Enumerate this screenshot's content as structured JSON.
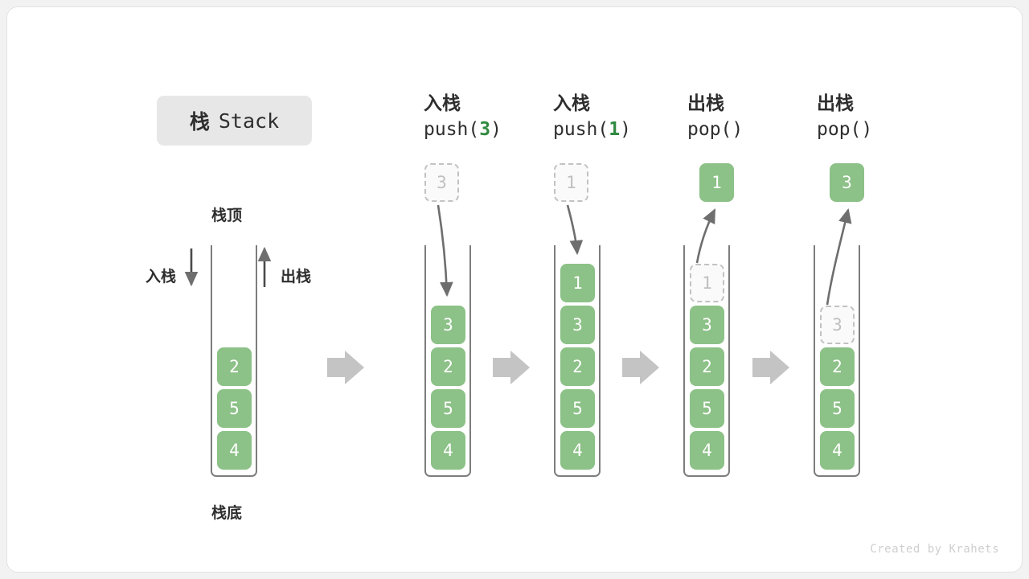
{
  "title": {
    "cn": "栈",
    "en": "Stack"
  },
  "labels": {
    "top": "栈顶",
    "bottom": "栈底",
    "push_side": "入栈",
    "pop_side": "出栈"
  },
  "footer": "Created by Krahets",
  "colors": {
    "element_green": "#8cc187",
    "accent_green": "#2f8a3f",
    "arrow_gray": "#c4c4c4",
    "line_gray": "#6e6e6e",
    "ghost_border": "#c2c2c2",
    "badge_bg": "#e7e7e7",
    "card_bg": "#ffffff",
    "page_bg": "#f2f2f2"
  },
  "chart_data": {
    "type": "diagram",
    "title": "栈 Stack",
    "description": "Stack push/pop operation sequence diagram",
    "stages": [
      {
        "index": 0,
        "op_label": "",
        "call_prefix": "",
        "call_arg": "",
        "call_suffix": "",
        "stack": [
          "2",
          "5",
          "4"
        ],
        "ghost": null,
        "floating": null
      },
      {
        "index": 1,
        "op_label": "入栈",
        "call_prefix": "push(",
        "call_arg": "3",
        "call_suffix": ")",
        "stack": [
          "3",
          "2",
          "5",
          "4"
        ],
        "ghost": null,
        "floating": {
          "value": "3",
          "style": "ghost"
        }
      },
      {
        "index": 2,
        "op_label": "入栈",
        "call_prefix": "push(",
        "call_arg": "1",
        "call_suffix": ")",
        "stack": [
          "1",
          "3",
          "2",
          "5",
          "4"
        ],
        "ghost": null,
        "floating": {
          "value": "1",
          "style": "ghost"
        }
      },
      {
        "index": 3,
        "op_label": "出栈",
        "call_prefix": "pop(",
        "call_arg": "",
        "call_suffix": ")",
        "stack": [
          "3",
          "2",
          "5",
          "4"
        ],
        "ghost": {
          "value": "1",
          "slot": 0
        },
        "floating": {
          "value": "1",
          "style": "filled"
        }
      },
      {
        "index": 4,
        "op_label": "出栈",
        "call_prefix": "pop(",
        "call_arg": "",
        "call_suffix": ")",
        "stack": [
          "2",
          "5",
          "4"
        ],
        "ghost": {
          "value": "3",
          "slot": 1
        },
        "floating": {
          "value": "3",
          "style": "filled"
        }
      }
    ]
  }
}
